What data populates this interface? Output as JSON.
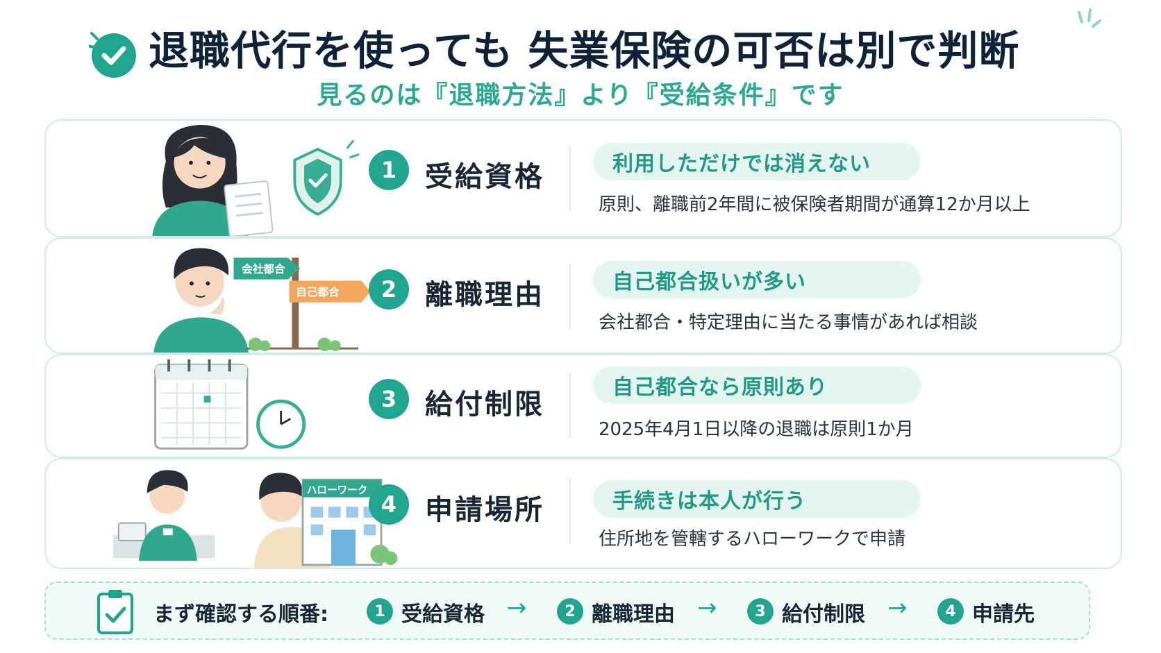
{
  "header": {
    "title": "退職代行を使っても 失業保険の可否は別で判断",
    "subtitle": "見るのは『退職方法』より『受給条件』です"
  },
  "colors": {
    "accent": "#22a58f",
    "accent_light": "#e4f5f1",
    "title": "#0f2237",
    "border": "#cfece6"
  },
  "cards": [
    {
      "number": "1",
      "label": "受給資格",
      "pill": "利用しただけでは消えない",
      "description": "原則、離職前2年間に被保険者期間が通算12か月以上",
      "icon": "shield-check-icon"
    },
    {
      "number": "2",
      "label": "離職理由",
      "pill": "自己都合扱いが多い",
      "description": "会社都合・特定理由に当たる事情があれば相談",
      "icon": "signpost-icon",
      "sign_left": "会社都合",
      "sign_right": "自己都合"
    },
    {
      "number": "3",
      "label": "給付制限",
      "pill": "自己都合なら原則あり",
      "description": "2025年4月1日以降の退職は原則1か月",
      "icon": "calendar-clock-icon"
    },
    {
      "number": "4",
      "label": "申請場所",
      "pill": "手続きは本人が行う",
      "description": "住所地を管轄するハローワークで申請",
      "icon": "hello-work-building-icon",
      "building_sign": "ハローワーク"
    }
  ],
  "footer": {
    "label": "まず確認する順番:",
    "steps": [
      {
        "number": "1",
        "label": "受給資格"
      },
      {
        "number": "2",
        "label": "離職理由"
      },
      {
        "number": "3",
        "label": "給付制限"
      },
      {
        "number": "4",
        "label": "申請先"
      }
    ],
    "arrow": "→"
  }
}
